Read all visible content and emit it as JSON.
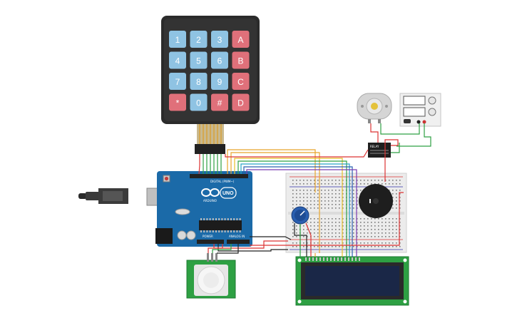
{
  "keypad": {
    "keys": [
      {
        "label": "1",
        "kind": "num"
      },
      {
        "label": "2",
        "kind": "num"
      },
      {
        "label": "3",
        "kind": "num"
      },
      {
        "label": "A",
        "kind": "letter"
      },
      {
        "label": "4",
        "kind": "num"
      },
      {
        "label": "5",
        "kind": "num"
      },
      {
        "label": "6",
        "kind": "num"
      },
      {
        "label": "B",
        "kind": "letter"
      },
      {
        "label": "7",
        "kind": "num"
      },
      {
        "label": "8",
        "kind": "num"
      },
      {
        "label": "9",
        "kind": "num"
      },
      {
        "label": "C",
        "kind": "letter"
      },
      {
        "label": "*",
        "kind": "letter"
      },
      {
        "label": "0",
        "kind": "num"
      },
      {
        "label": "#",
        "kind": "letter"
      },
      {
        "label": "D",
        "kind": "letter"
      }
    ]
  },
  "arduino": {
    "logo": "ARDUINO",
    "model": "UNO",
    "digital_label": "DIGITAL (PWM~)",
    "power_label": "POWER",
    "analog_label": "ANALOG IN"
  },
  "relay": {
    "label": "RELAY"
  },
  "colors": {
    "key_num": "#8fc3e3",
    "key_letter": "#e0707a",
    "keypad_body": "#2b2b2b",
    "arduino_board": "#1b6aa8",
    "breadboard": "#ececec",
    "lcd_pcb": "#2ea043",
    "lcd_screen": "#1a2747",
    "pir_pcb": "#2ea043"
  }
}
